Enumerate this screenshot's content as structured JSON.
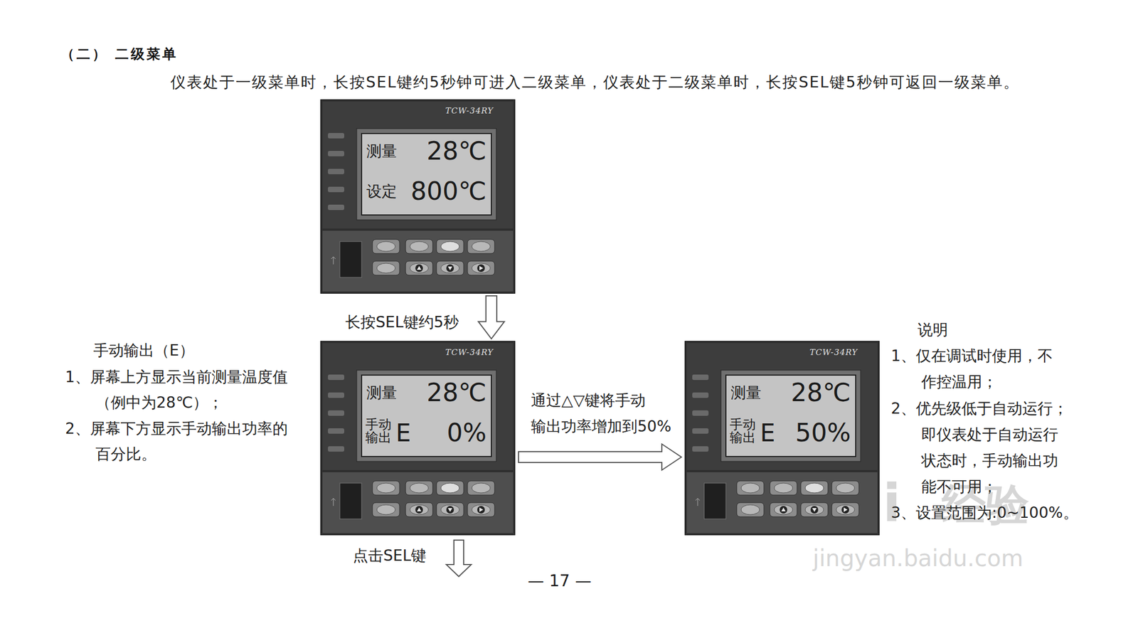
{
  "diagram": {
    "title": "（二） 二级菜单",
    "nodes": [
      {
        "text": [
          "TCW-34RY"
        ]
      },
      {
        "text": [
          "测量",
          "28℃",
          "设定",
          "800℃"
        ],
        "in": 0
      },
      {
        "text": [
          "TCW-34RY"
        ]
      },
      {
        "text": [
          "测量",
          "28℃",
          "手动 输出",
          "E",
          "0%"
        ],
        "in": 2
      },
      {
        "text": [
          "TCW-34RY"
        ]
      },
      {
        "text": [
          "测量",
          "28℃",
          "手动 输出",
          "E",
          "50%"
        ],
        "in": 4
      }
    ],
    "edges": [
      {
        "from": 0,
        "to": 2,
        "arrow": "to",
        "label": "长按SEL键约5秒"
      },
      {
        "from": 2,
        "to": 4,
        "arrow": "to",
        "label": "通过△▽键将手动 输出功率增加到50%"
      }
    ],
    "labels": [
      "仪表处于一级菜单时，长按SEL键约5秒钟可进入二级菜单，仪表处于二级菜单时，长按SEL键5秒钟可返回一级菜单。",
      "手动输出（E）",
      "1、屏幕上方显示当前测量温度值 （例中为28℃）；",
      "2、屏幕下方显示手动输出功率的 百分比。",
      "点击SEL键",
      "说明",
      "1、仅在调试时使用，不 作控温用；",
      "2、优先级低于自动运行； 即仪表处于自动运行 状态时，手动输出功 能不可用；",
      "3、设置范围为:0~100%。",
      "— 17 —",
      "Bai",
      "经验",
      "jingyan.baidu.com"
    ]
  }
}
